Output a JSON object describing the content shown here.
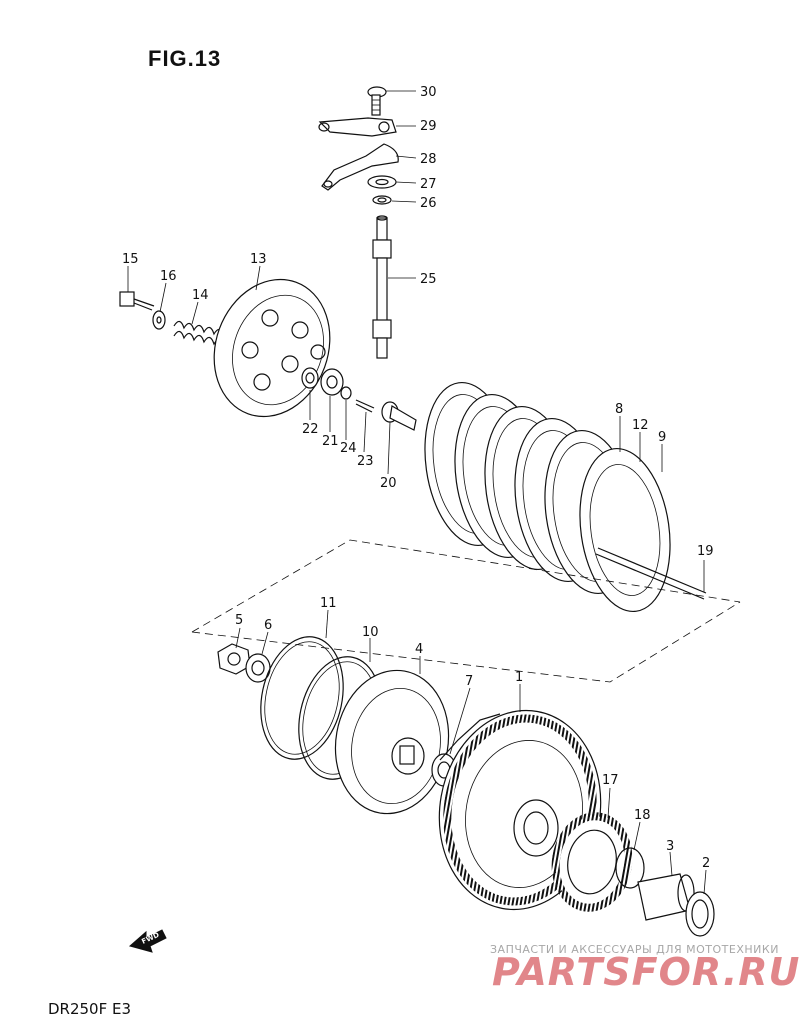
{
  "figure": {
    "title": "FIG.13",
    "model": "DR250F  E3"
  },
  "orientation_label": "FWD",
  "watermark": {
    "tagline": "ЗАПЧАСТИ И АКСЕССУАРЫ ДЛЯ МОТОТЕХНИКИ",
    "logo": "PARTSFOR.RU",
    "logo_color": "#c9252c"
  },
  "callouts": {
    "c1": "1",
    "c2": "2",
    "c3": "3",
    "c4": "4",
    "c5": "5",
    "c6": "6",
    "c7": "7",
    "c8": "8",
    "c9": "9",
    "c10": "10",
    "c11": "11",
    "c12": "12",
    "c13": "13",
    "c14": "14",
    "c15": "15",
    "c16": "16",
    "c17": "17",
    "c18": "18",
    "c19": "19",
    "c20": "20",
    "c21": "21",
    "c22": "22",
    "c23": "23",
    "c24": "24",
    "c25": "25",
    "c26": "26",
    "c27": "27",
    "c28": "28",
    "c29": "29",
    "c30": "30"
  }
}
